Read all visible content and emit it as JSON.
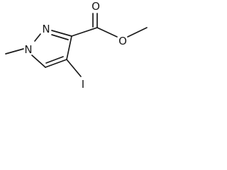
{
  "molecule": {
    "atoms": {
      "n1": "N",
      "n2": "N",
      "o_carbonyl": "O",
      "o_ester": "O",
      "iodine": "I"
    },
    "colors": {
      "bond": "#1a1a1a",
      "label": "#1a1a1a",
      "background": "#ffffff"
    }
  }
}
